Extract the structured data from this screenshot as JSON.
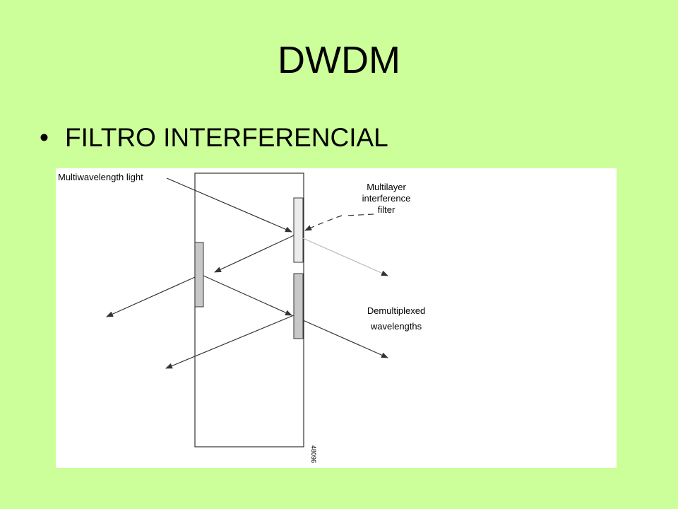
{
  "slide": {
    "title": "DWDM",
    "bullet_symbol": "•",
    "bullet_text": "FILTRO INTERFERENCIAL"
  },
  "diagram": {
    "labels": {
      "input_light": "Multiwavelength light",
      "filter_line1": "Multilayer",
      "filter_line2": "interference",
      "filter_line3": "filter",
      "demux_line1": "Demultiplexed",
      "demux_line2": "wavelengths",
      "figure_id": "48096"
    },
    "colors": {
      "background": "#ccff99",
      "panel": "#ffffff",
      "filter_fill": "#c8c8c8",
      "filter_light_fill": "#ececec",
      "stroke": "#333333"
    }
  }
}
